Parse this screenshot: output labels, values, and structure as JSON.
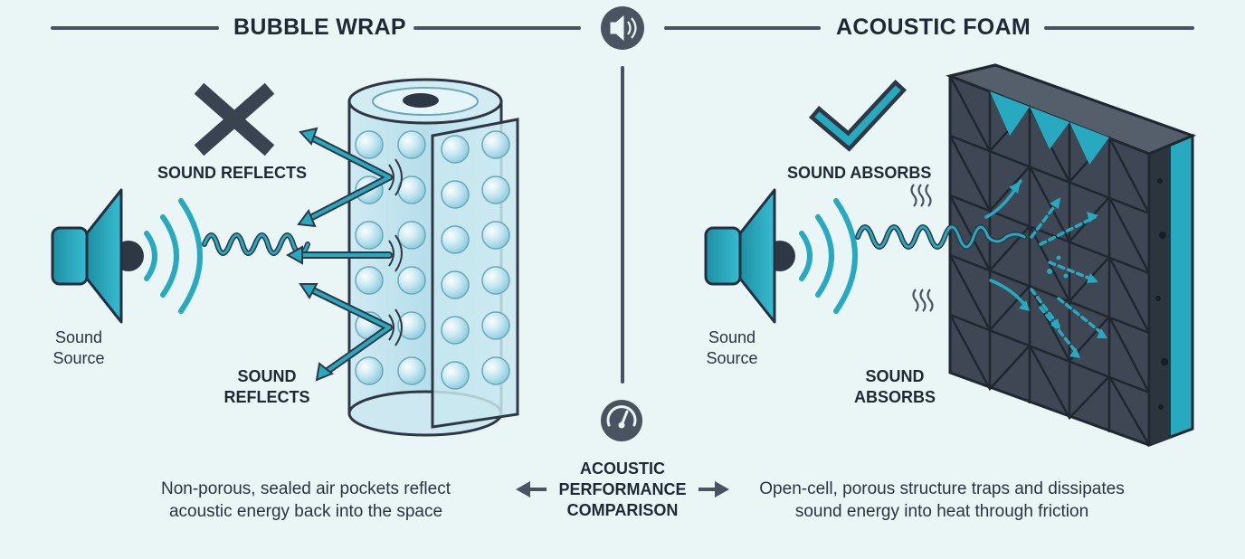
{
  "left": {
    "title": "BUBBLE WRAP",
    "label_top": "SOUND REFLECTS",
    "label_bottom_1": "SOUND",
    "label_bottom_2": "REFLECTS",
    "source_1": "Sound",
    "source_2": "Source",
    "desc_1": "Non-porous, sealed air pockets reflect",
    "desc_2": "acoustic energy back into the space",
    "status_icon": "x-icon"
  },
  "right": {
    "title": "ACOUSTIC FOAM",
    "label_top": "SOUND ABSORBS",
    "label_bottom_1": "SOUND",
    "label_bottom_2": "ABSORBS",
    "source_1": "Sound",
    "source_2": "Source",
    "desc_1": "Open-cell, porous structure traps and dissipates",
    "desc_2": "sound energy into heat through friction",
    "status_icon": "checkmark-icon"
  },
  "center": {
    "line_1": "ACOUSTIC",
    "line_2": "PERFORMANCE",
    "line_3": "COMPARISON",
    "top_icon": "speaker-icon",
    "bottom_icon": "gauge-icon"
  },
  "colors": {
    "background": "#eaf6f6",
    "accent": "#27a9c0",
    "dark": "#3a4450",
    "foam": "#4a5360"
  }
}
